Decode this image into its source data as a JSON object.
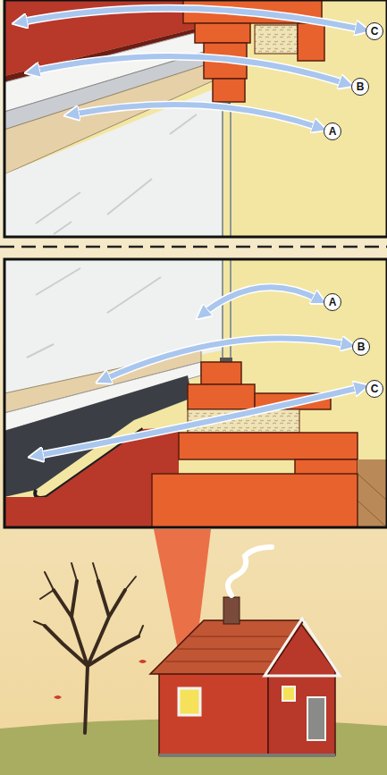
{
  "diagram": {
    "labels": [
      "C",
      "B",
      "A",
      "A",
      "B",
      "C"
    ]
  }
}
